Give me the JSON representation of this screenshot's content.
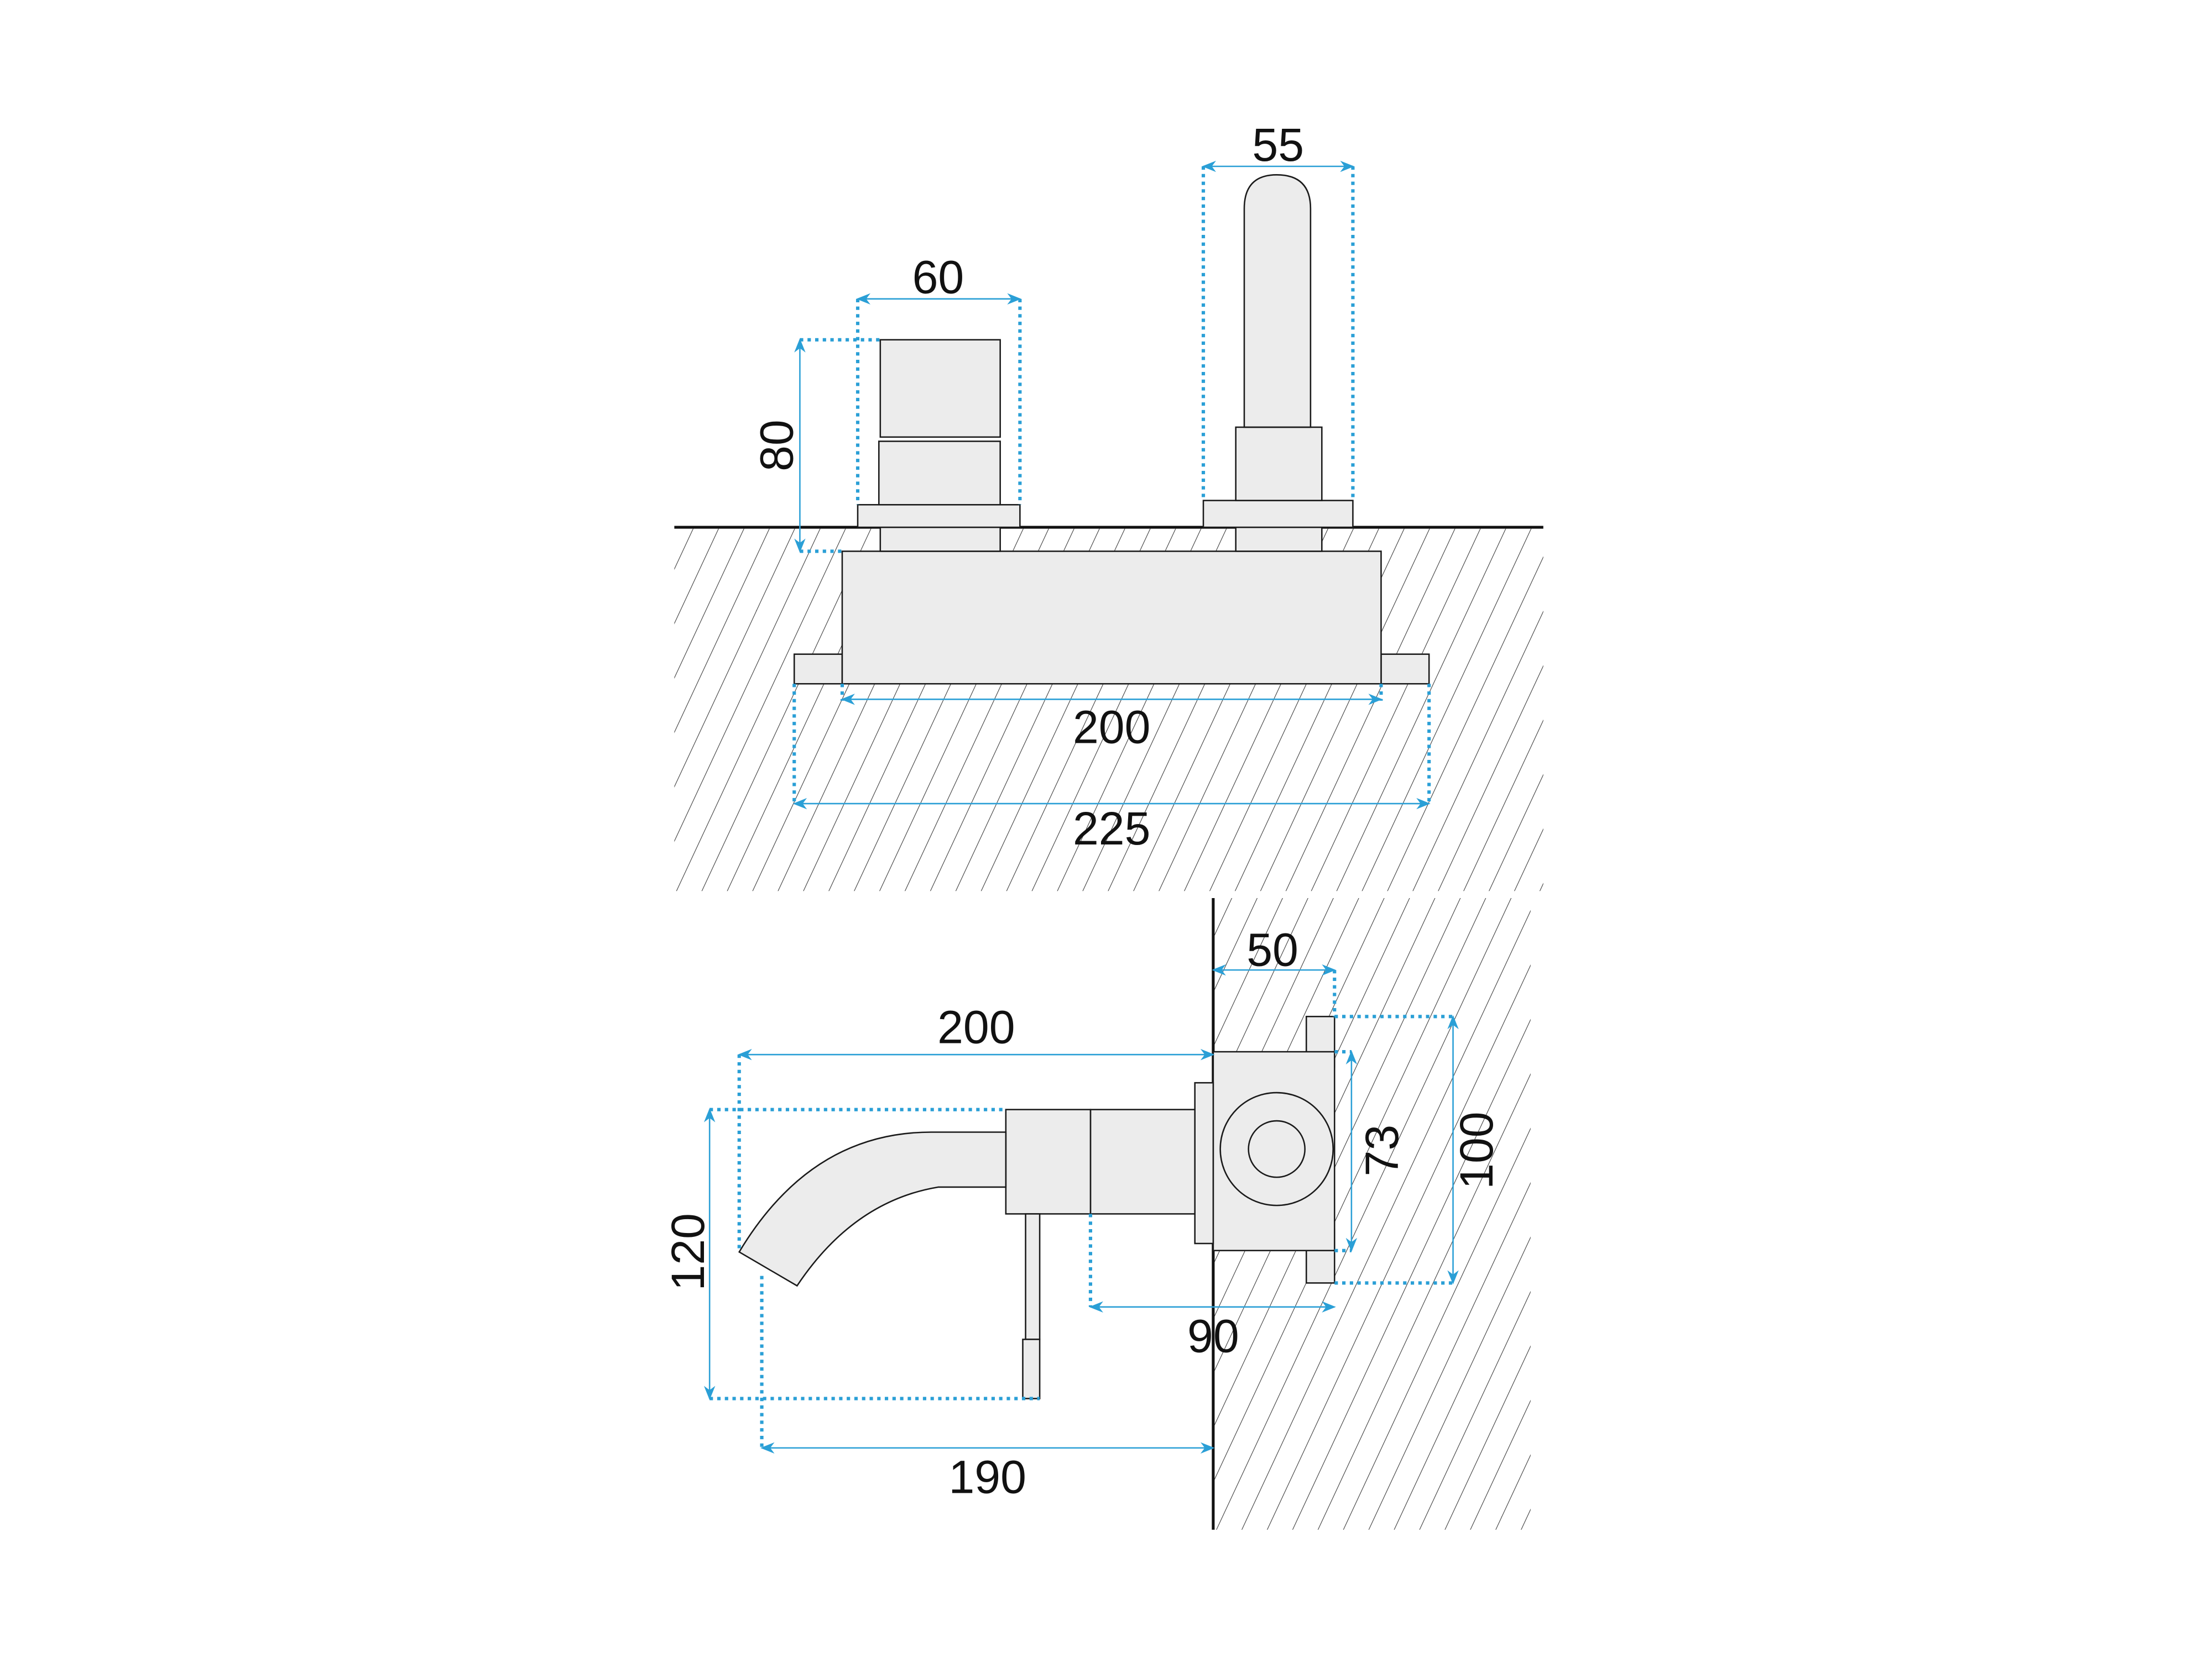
{
  "colors": {
    "dimension": "#2a9fd6",
    "part_fill": "#ececec",
    "outline": "#1a1a1a"
  },
  "front_view": {
    "handle_width": "60",
    "handle_height": "80",
    "spout_width": "55",
    "body_width": "200",
    "overall_width": "225"
  },
  "side_view": {
    "spout_projection": "200",
    "spout_height": "120",
    "lever_reach": "190",
    "wall_depth": "50",
    "body_height": "73",
    "plate_height": "100",
    "body_offset": "90"
  }
}
